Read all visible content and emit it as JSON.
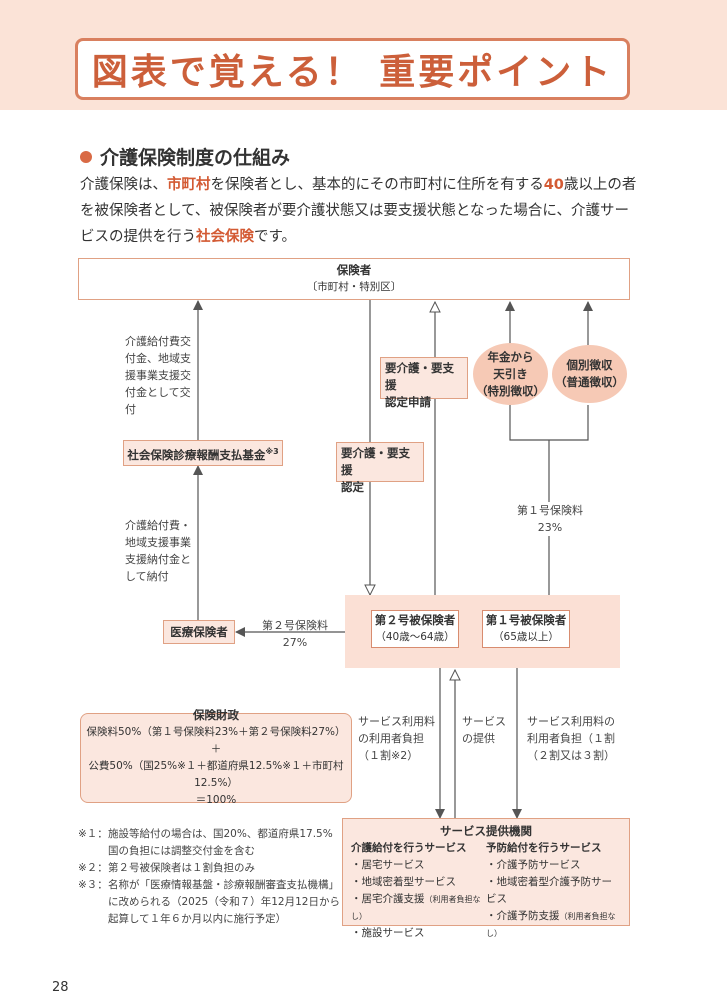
{
  "header": {
    "title": "図表で覚える！ 重要ポイント"
  },
  "section": {
    "title": "介護保険制度の仕組み",
    "intro": [
      {
        "t": "介護保険は、",
        "hl": false
      },
      {
        "t": "市町村",
        "hl": true
      },
      {
        "t": "を保険者とし、基本的にその市町村に住所を有する",
        "hl": false
      },
      {
        "t": "40",
        "hl": true
      },
      {
        "t": "歳以上の者を被保険者として、被保険者が要介護状態又は要支援状態となった場合に、介護サービスの提供を行う",
        "hl": false
      },
      {
        "t": "社会保険",
        "hl": true
      },
      {
        "t": "です。",
        "hl": false
      }
    ]
  },
  "diagram": {
    "insurer": {
      "title": "保険者",
      "sub": "〔市町村・特別区〕"
    },
    "payment_note": [
      "介護給付費交",
      "付金、地域支",
      "援事業支援交",
      "付金として交",
      "付"
    ],
    "fund": {
      "label": "社会保険診療報酬支払基金",
      "sup": "※3"
    },
    "levy_note": [
      "介護給付費・",
      "地域支援事業",
      "支援納付金と",
      "して納付"
    ],
    "medical_insurer": "医療保険者",
    "second_premium": {
      "label": "第２号保険料",
      "pct": "27%"
    },
    "application": [
      "要介護・要支援",
      "認定申請"
    ],
    "certification": [
      "要介護・要支援",
      "認定"
    ],
    "pension_deduction": [
      "年金から",
      "天引き",
      "（特別徴収）"
    ],
    "individual_collection": [
      "個別徴収",
      "（普通徴収）"
    ],
    "first_premium": {
      "label": "第１号保険料",
      "pct": "23%"
    },
    "insured2": {
      "label": "第２号被保険者",
      "age": "（40歳〜64歳）"
    },
    "insured1": {
      "label": "第１号被保険者",
      "age": "（65歳以上）"
    },
    "finance": {
      "title": "保険財政",
      "line1": "保険料50%（第１号保険料23%＋第２号保険料27%）",
      "plus": "＋",
      "line2": "公費50%（国25%※１＋都道府県12.5%※１＋市町村12.5%）",
      "line3": "＝100%"
    },
    "fee_insured2": [
      "サービス利用料",
      "の利用者負担",
      "（１割※2）"
    ],
    "service_provision": [
      "サービス",
      "の提供"
    ],
    "fee_insured1": [
      "サービス利用料の",
      "利用者負担（１割",
      "（２割又は３割）"
    ],
    "provider": {
      "title": "サービス提供機関",
      "care_heading": "介護給付を行うサービス",
      "care_items": [
        {
          "t": "・居宅サービス",
          "s": ""
        },
        {
          "t": "・地域密着型サービス",
          "s": ""
        },
        {
          "t": "・居宅介護支援",
          "s": "（利用者負担なし）"
        },
        {
          "t": "・施設サービス",
          "s": ""
        }
      ],
      "prev_heading": "予防給付を行うサービス",
      "prev_items": [
        {
          "t": "・介護予防サービス",
          "s": ""
        },
        {
          "t": "・地域密着型介護予防サービス",
          "s": ""
        },
        {
          "t": "・介護予防支援",
          "s": "（利用者負担なし）"
        }
      ]
    }
  },
  "notes": [
    {
      "mark": "※１：",
      "text": "施設等給付の場合は、国20%、都道府県17.5%国の負担には調整交付金を含む"
    },
    {
      "mark": "※２：",
      "text": "第２号被保険者は１割負担のみ"
    },
    {
      "mark": "※３：",
      "text": "名称が「医療情報基盤・診療報酬審査支払機構」に改められる（2025（令和７）年12月12日から起算して１年６か月以内に施行予定）"
    }
  ],
  "page_number": "28",
  "colors": {
    "accent": "#cc5f3a",
    "box_border": "#e0a184",
    "box_fill": "#fbe7df",
    "oval_fill": "#f6c9b5",
    "arrow": "#555555"
  }
}
